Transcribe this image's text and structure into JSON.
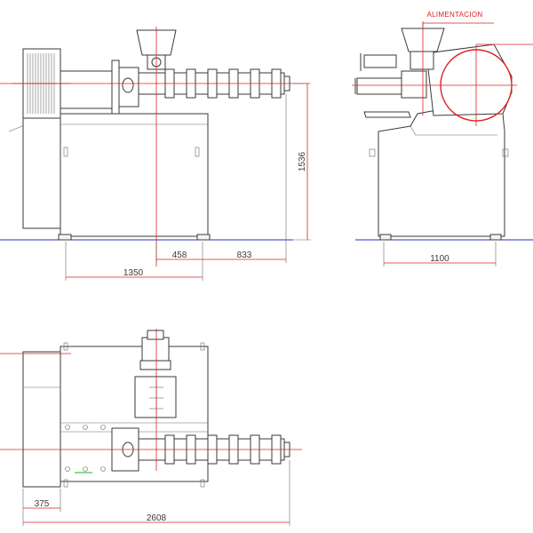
{
  "annotation": {
    "feed_label": "ALIMENTACION"
  },
  "dimensions": {
    "height_total": "1536",
    "length_458": "458",
    "length_833": "833",
    "length_1350": "1350",
    "width_1100": "1100",
    "length_375": "375",
    "length_2608": "2608"
  },
  "colors": {
    "line": "#3a3a3a",
    "dimension_red": "#e02020",
    "ground_blue": "#2030c0",
    "accent_green": "#20b020"
  }
}
